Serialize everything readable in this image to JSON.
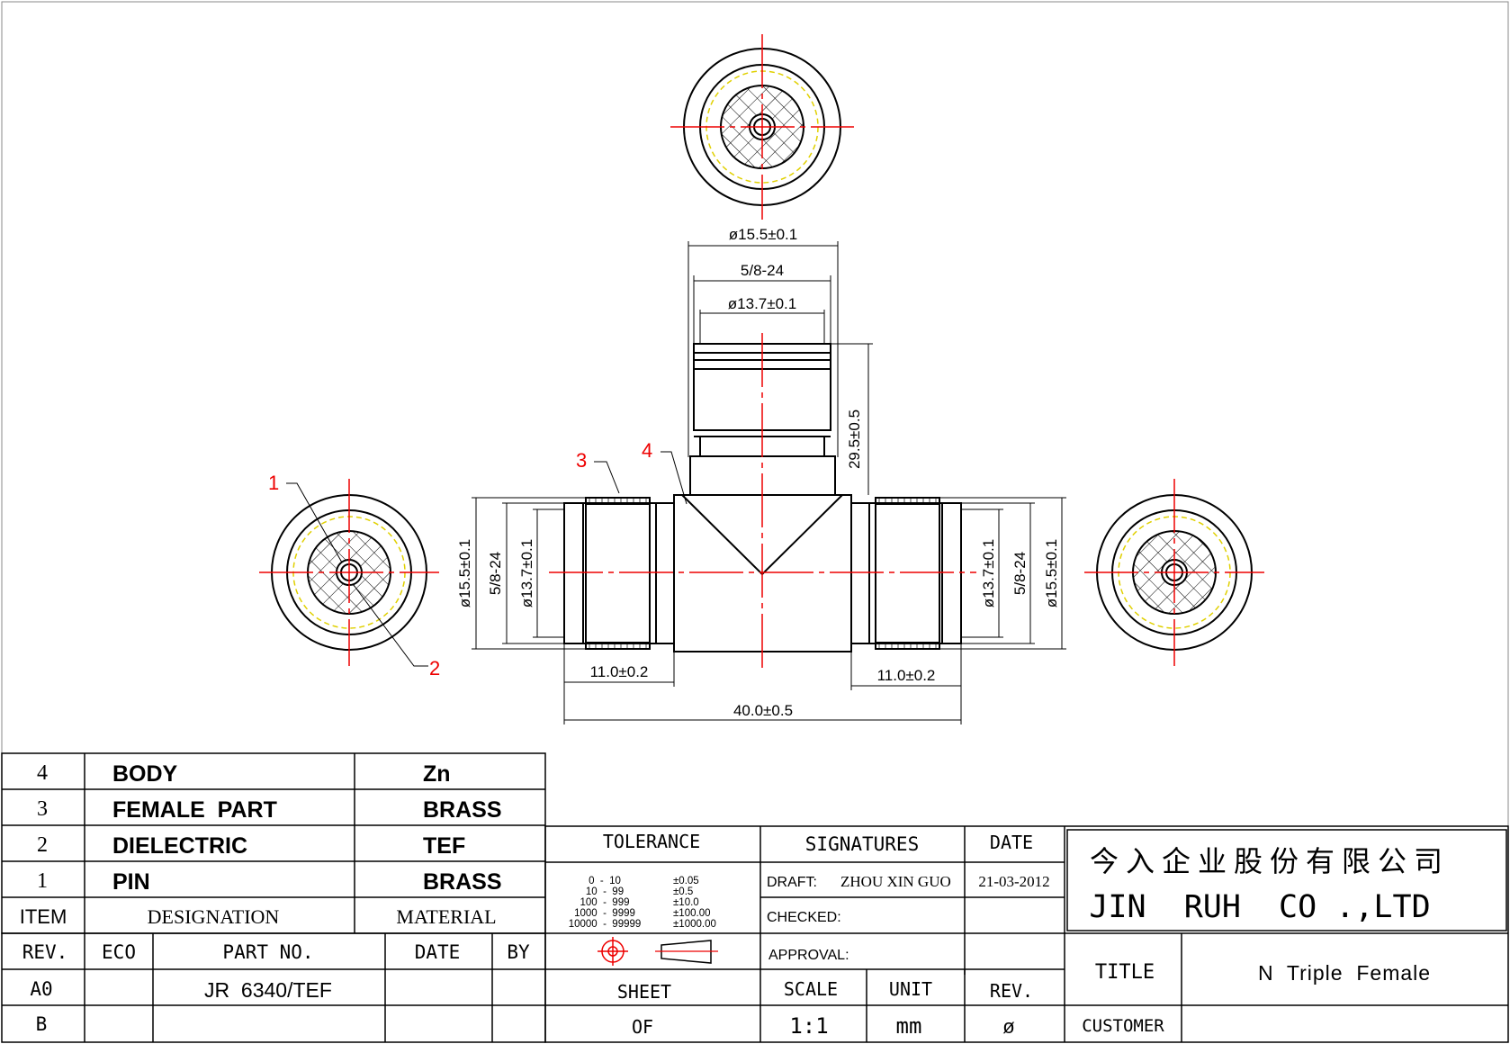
{
  "drawing": {
    "dimensions": {
      "top_dia_outer": "ø15.5±0.1",
      "top_thread": "5/8-24",
      "top_dia_inner": "ø13.7±0.1",
      "height": "29.5±0.5",
      "left_dia_outer": "ø15.5±0.1",
      "left_thread": "5/8-24",
      "left_dia_inner": "ø13.7±0.1",
      "right_dia_inner": "ø13.7±0.1",
      "right_thread": "5/8-24",
      "right_dia_outer": "ø15.5±0.1",
      "left_length": "11.0±0.2",
      "right_length": "11.0±0.2",
      "total_length": "40.0±0.5"
    },
    "balloons": {
      "b1": "1",
      "b2": "2",
      "b3": "3",
      "b4": "4"
    },
    "colors": {
      "centerline": "#ee0000",
      "outline": "#000000",
      "thread_hidden": "#e0d000"
    }
  },
  "bom": {
    "rows": [
      {
        "item": "4",
        "designation": "BODY",
        "material": "Zn"
      },
      {
        "item": "3",
        "designation": "FEMALE  PART",
        "material": "BRASS"
      },
      {
        "item": "2",
        "designation": "DIELECTRIC",
        "material": "TEF"
      },
      {
        "item": "1",
        "designation": "PIN",
        "material": "BRASS"
      }
    ],
    "header": {
      "item": "ITEM",
      "designation": "DESIGNATION",
      "material": "MATERIAL"
    }
  },
  "revision": {
    "header": {
      "rev": "REV.",
      "eco": "ECO",
      "part_no": "PART NO.",
      "date": "DATE",
      "by": "BY"
    },
    "rows": [
      {
        "rev": "A0",
        "eco": "",
        "part_no": "JR  6340/TEF",
        "date": "",
        "by": ""
      },
      {
        "rev": "B",
        "eco": "",
        "part_no": "",
        "date": "",
        "by": ""
      }
    ]
  },
  "tolerance": {
    "title": "TOLERANCE",
    "ranges": [
      "0  -  10",
      "10  -  99",
      "100  -  999",
      "1000  -  9999",
      "10000  -  99999"
    ],
    "values": [
      "±0.05",
      "±0.5",
      "±10.0",
      "±100.00",
      "±1000.00"
    ]
  },
  "signatures": {
    "title": "SIGNATURES",
    "date_header": "DATE",
    "draft_label": "DRAFT:",
    "draft_name": "ZHOU XIN GUO",
    "draft_date": "21-03-2012",
    "checked_label": "CHECKED:",
    "approval_label": "APPROVAL:"
  },
  "sheet_info": {
    "sheet_label": "SHEET",
    "of_label": "OF",
    "scale_label": "SCALE",
    "scale_value": "1:1",
    "unit_label": "UNIT",
    "unit_value": "mm",
    "rev_label": "REV.",
    "rev_value": "ø"
  },
  "company": {
    "name_cn": "今 入 企 业 股 份 有 限 公 司",
    "name_en": "JIN  RUH  CO .,LTD"
  },
  "title_block": {
    "title_label": "TITLE",
    "title_value": "N  Triple  Female",
    "customer_label": "CUSTOMER",
    "customer_value": ""
  }
}
